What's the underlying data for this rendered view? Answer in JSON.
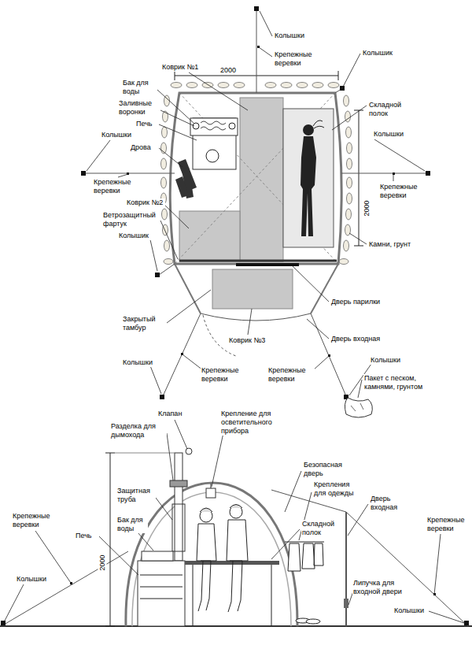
{
  "diagram": {
    "labels": [
      "Колышки",
      "Крепежные веревки",
      "Колышик",
      "Коврик №1",
      "2000",
      "Бак для воды",
      "Складной полок",
      "Заливные воронки",
      "Печь",
      "Колышки",
      "Колышки",
      "Дрова",
      "2000",
      "Крепежные веревки",
      "Коврик №2",
      "Крепежные веревки",
      "Ветрозащитный фартук",
      "Колышик",
      "Камни, грунт",
      "Дверь парилки",
      "Закрытый тамбур",
      "Коврик №3",
      "Дверь входная",
      "Колышки",
      "Колышки",
      "Крепежные веревки",
      "Крепежные веревки",
      "Пакет с песком, камнями, грунтом",
      "Клапан",
      "Разделка для дымохода",
      "Крепление для осветительного прибора",
      "Безопасная дверь",
      "Крепления для одежды",
      "Защитная труба",
      "Складной полок",
      "Дверь входная",
      "Крепежные веревки",
      "Бак для воды",
      "Печь",
      "2000",
      "Крепежные веревки",
      "Липучка для входной двери",
      "Колышки",
      "Колышки"
    ]
  }
}
